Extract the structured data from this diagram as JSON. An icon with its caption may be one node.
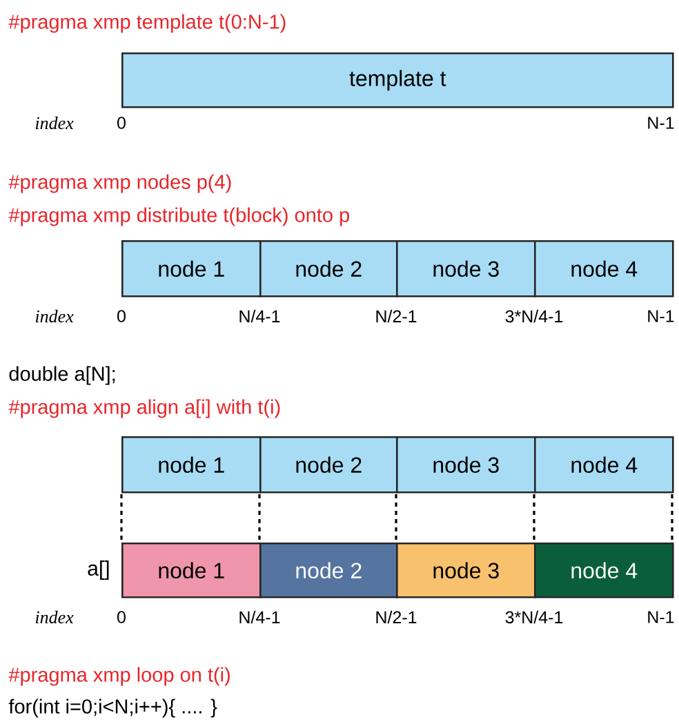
{
  "diagram": {
    "nodes": [
      {
        "text": [
          "template t"
        ]
      },
      {
        "text": [
          "node 1"
        ]
      },
      {
        "text": [
          "node 2"
        ]
      },
      {
        "text": [
          "node 3"
        ]
      },
      {
        "text": [
          "node 4"
        ]
      },
      {
        "text": [
          "node 1"
        ]
      },
      {
        "text": [
          "node 2"
        ]
      },
      {
        "text": [
          "node 3"
        ]
      },
      {
        "text": [
          "node 4"
        ]
      },
      {
        "text": [
          "node 1"
        ]
      },
      {
        "text": [
          "node 2"
        ]
      },
      {
        "text": [
          "node 3"
        ]
      },
      {
        "text": [
          "node 4"
        ]
      }
    ],
    "labels": [
      "#pragma xmp template t(0:N-1)",
      "index",
      "0",
      "N-1",
      "#pragma xmp nodes p(4)",
      "#pragma xmp distribute t(block) onto p",
      "index",
      "0",
      "N/4-1",
      "N/2-1",
      "3*N/4-1",
      "N-1",
      "double a[N];",
      "#pragma xmp align a[i] with t(i)",
      "a[]",
      "index",
      "0",
      "N/4-1",
      "N/2-1",
      "3*N/4-1",
      "N-1",
      "#pragma xmp loop on t(i)",
      "for(int i=0;i<N;i++){ .... }"
    ]
  }
}
